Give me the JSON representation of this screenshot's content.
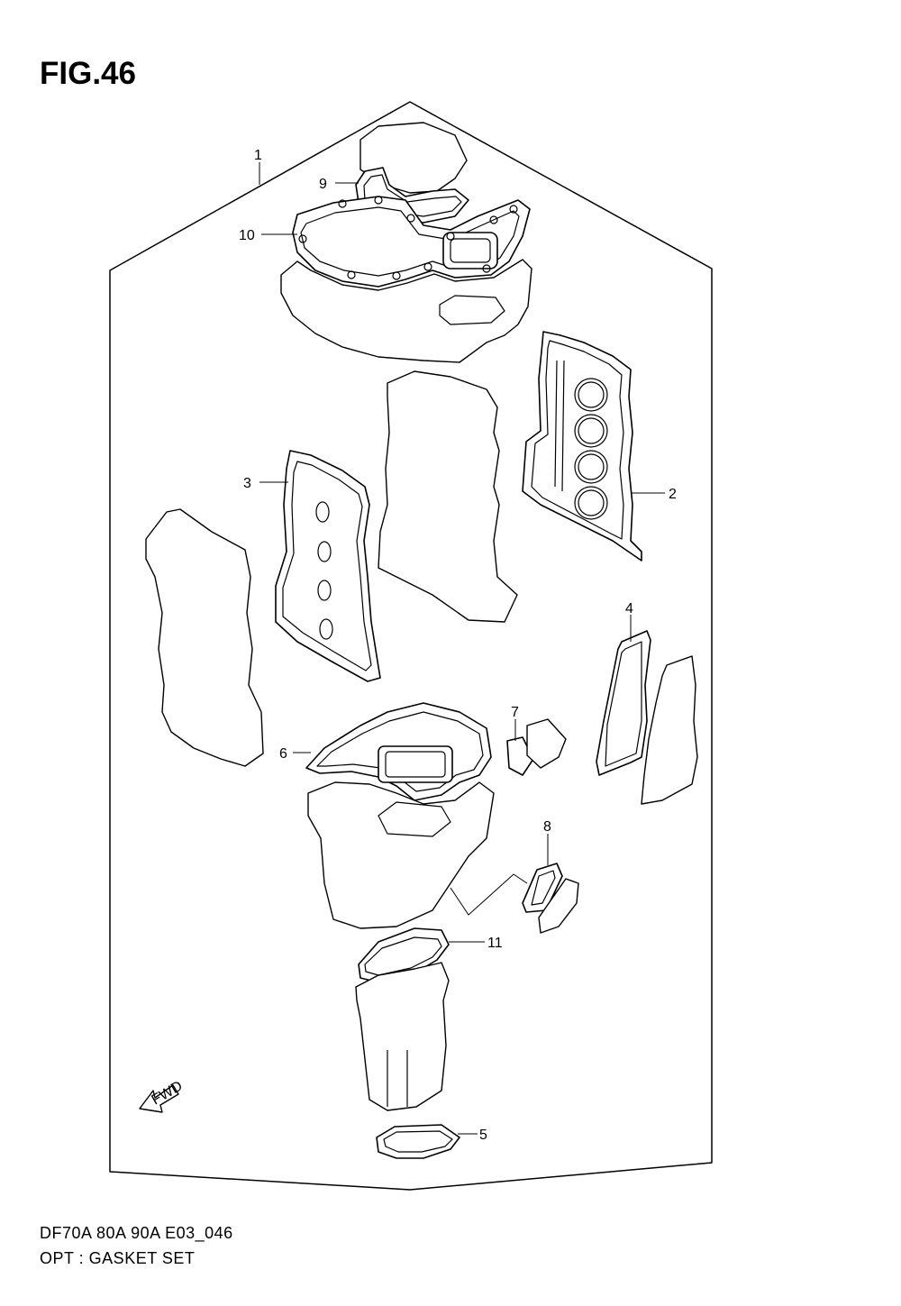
{
  "figure": {
    "title": "FIG.46",
    "model_code": "DF70A 80A 90A E03_046",
    "description": "OPT : GASKET SET"
  },
  "callouts": [
    "1",
    "2",
    "3",
    "4",
    "5",
    "6",
    "7",
    "8",
    "9",
    "10",
    "11"
  ],
  "fwd_label": "FWD"
}
